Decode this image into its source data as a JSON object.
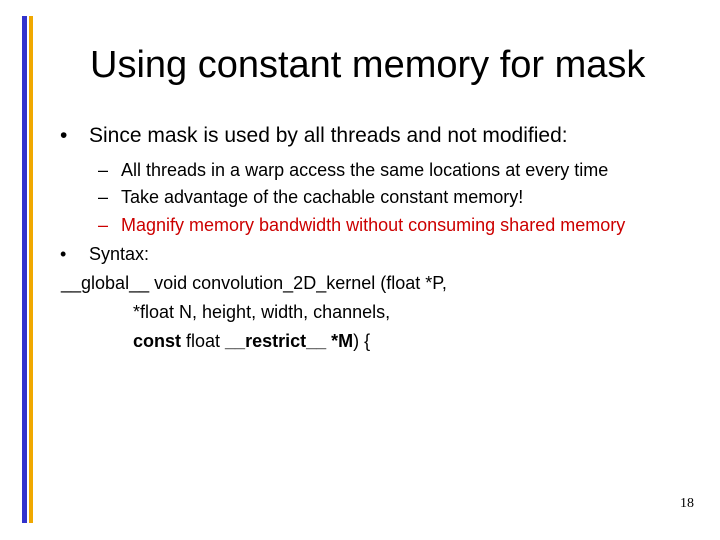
{
  "slide": {
    "title": "Using constant memory for mask",
    "bullets": [
      {
        "marker": "•",
        "text": "Since mask is used by all threads and not modified:"
      }
    ],
    "sub_bullets": [
      {
        "marker": "–",
        "text": "All threads in a warp access the same locations at every time"
      },
      {
        "marker": "–",
        "text": "Take advantage of the cachable constant memory!"
      },
      {
        "marker": "–",
        "text": "Magnify memory bandwidth without consuming shared memory"
      }
    ],
    "syntax_bullet": {
      "marker": "•",
      "text": "Syntax:"
    },
    "code": {
      "line1": "__global__ void convolution_2D_kernel (float *P,",
      "line2": "*float N, height, width, channels,",
      "line3_const": "const",
      "line3_mid": " float ",
      "line3_restrict": "__restrict__",
      "line3_space": " ",
      "line3_ptr": "*M",
      "line3_end": ") {"
    },
    "page_number": "18",
    "colors": {
      "bar_blue": "#3333cc",
      "bar_gold": "#f0a800",
      "highlight_red": "#cc0000"
    }
  }
}
